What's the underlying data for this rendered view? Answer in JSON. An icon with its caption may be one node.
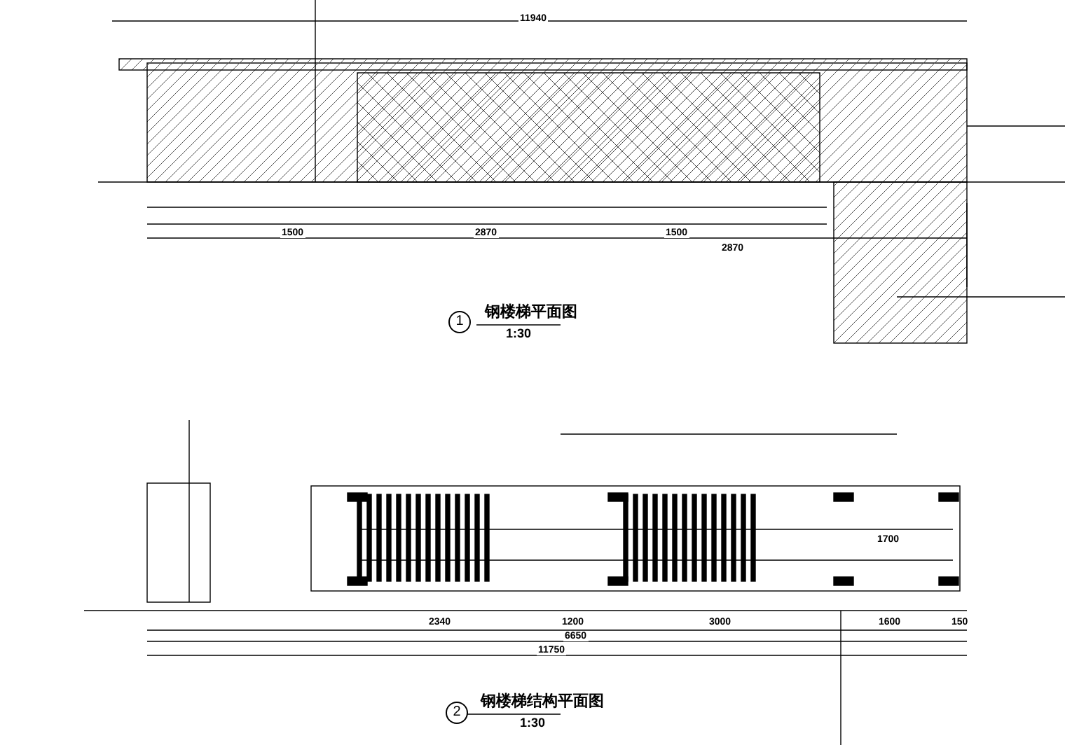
{
  "diagram": {
    "labels": [
      "11940",
      "1500",
      "2870",
      "1500",
      "2870",
      "1",
      "钢楼梯平面图",
      "1:30",
      "1700",
      "2340",
      "1200",
      "3000",
      "1600",
      "150",
      "6650",
      "11750",
      "2",
      "钢楼梯结构平面图",
      "1:30"
    ]
  }
}
